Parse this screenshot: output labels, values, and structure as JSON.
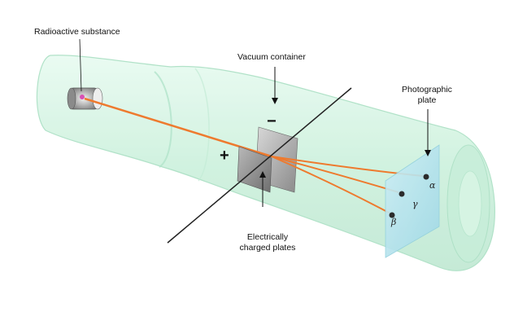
{
  "labels": {
    "radioactive_substance": "Radioactive substance",
    "vacuum_container": "Vacuum container",
    "photographic_plate": "Photographic plate",
    "electrically_charged_plates": "Electrically charged plates",
    "negative_sign": "−",
    "positive_sign": "+"
  },
  "rays": {
    "alpha": "α",
    "gamma": "γ",
    "beta": "β"
  },
  "colors": {
    "tube_fill": "#d6f5e4",
    "tube_edge": "#b4e6cc",
    "beam": "#ee7a2e",
    "plate": "#9a9a9a",
    "photo_plate": "#b8e4ee"
  }
}
